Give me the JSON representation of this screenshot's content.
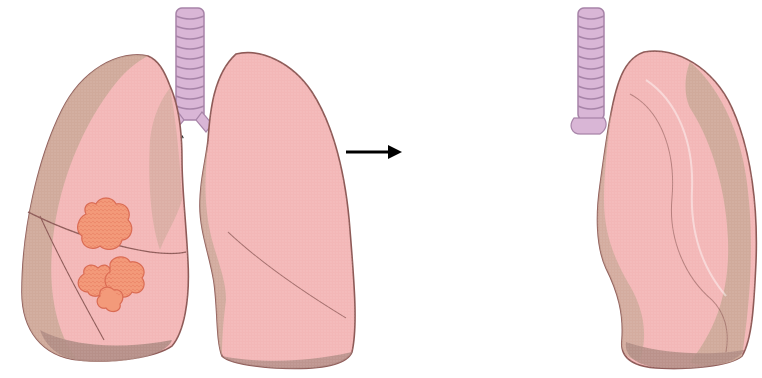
{
  "diagram": {
    "subject": "pneumonectomy-illustration",
    "panels": [
      {
        "name": "before",
        "contents": [
          "trachea",
          "right-lung-with-tumors",
          "left-lung"
        ]
      },
      {
        "name": "after",
        "contents": [
          "trachea",
          "remaining-left-lung"
        ]
      }
    ],
    "icons": [
      "arrow-right-icon",
      "tumor-icon",
      "trachea-icon"
    ],
    "colors": {
      "lung_fill": "#f3b7b7",
      "lung_shade": "#c9a897",
      "lung_dark": "#b08c84",
      "lung_outline": "#8e5a57",
      "trachea_fill": "#d9b6d6",
      "trachea_ring": "#a784a8",
      "tumor_fill": "#f39a7a",
      "tumor_outline": "#d96a52",
      "arrow": "#000000",
      "background": "#ffffff"
    }
  }
}
